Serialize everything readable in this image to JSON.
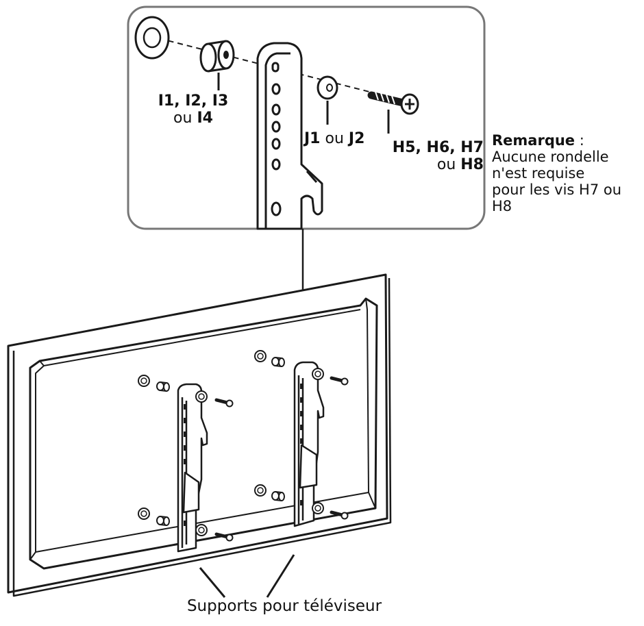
{
  "labels": {
    "spacers": {
      "line1": "I1, I2, I3",
      "ou": "ou",
      "last": "I4"
    },
    "washers": {
      "first": "J1",
      "ou": "ou",
      "last": "J2"
    },
    "screws": {
      "first": "H5",
      "line1_rest": ", H6, H7",
      "ou": "ou",
      "last": "H8"
    }
  },
  "note": {
    "title": "Remarque",
    "colon": " :",
    "lines": [
      "Aucune rondelle",
      "n'est requise",
      "pour les vis H7 ou",
      "H8"
    ]
  },
  "caption": "Supports pour téléviseur",
  "colors": {
    "line": "#1a1a1a",
    "callout_dot": "#9a9a9a",
    "panel_border": "#777777"
  },
  "icons": [
    "spacer-icon",
    "washer-icon",
    "screw-icon",
    "bracket-icon",
    "tv-back-panel"
  ]
}
